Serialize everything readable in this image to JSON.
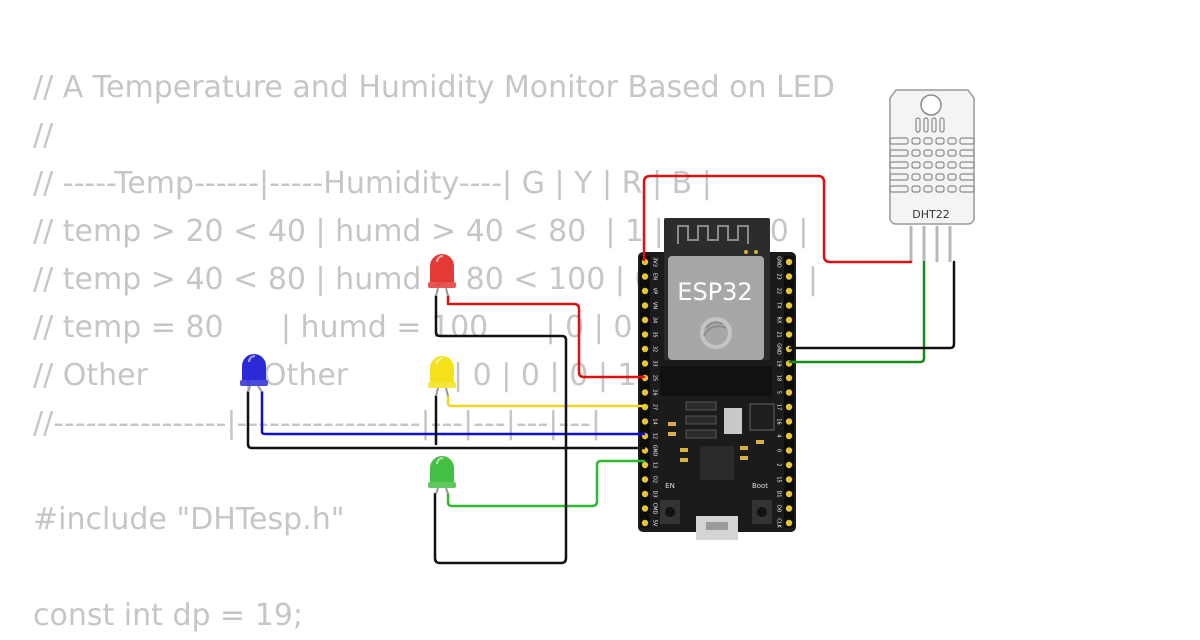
{
  "code": {
    "lines": [
      "// A Temperature and Humidity Monitor Based on LED",
      "//",
      "// -----Temp------|-----Humidity----| G | Y | R | B |",
      "// temp > 20 < 40 | humd > 40 < 80  | 1 | 0 | 0 | 0 |",
      "// temp > 40 < 80 | humd > 80 < 100 | 0 | 1 | 0 | 0 |",
      "// temp = 80      | humd = 100      | 0 | 0 | 1 | 0 |",
      "// Other          | Other           | 0 | 0 | 0 | 1 |",
      "//----------------|-----------------|---|---|---|---|",
      "",
      "#include \"DHTesp.h\"",
      "",
      "const int dp = 19;"
    ]
  },
  "board": {
    "name": "ESP32",
    "button_en": "EN",
    "button_boot": "Boot",
    "left_pins": [
      "3V3",
      "EN",
      "VP",
      "VN",
      "34",
      "35",
      "32",
      "33",
      "25",
      "26",
      "27",
      "14",
      "12",
      "GND",
      "13",
      "D2",
      "D3",
      "CMD",
      "5V"
    ],
    "right_pins": [
      "GND",
      "23",
      "22",
      "TX",
      "RX",
      "21",
      "GND",
      "19",
      "18",
      "5",
      "17",
      "16",
      "4",
      "0",
      "2",
      "15",
      "D1",
      "D0",
      "CLK"
    ]
  },
  "sensor": {
    "label": "DHT22"
  },
  "leds": [
    {
      "name": "red",
      "color": "#e53935"
    },
    {
      "name": "yellow",
      "color": "#f4e11a"
    },
    {
      "name": "blue",
      "color": "#2a2ad6"
    },
    {
      "name": "green",
      "color": "#43c043"
    }
  ],
  "wire_colors": {
    "red": "#e01010",
    "yellow": "#f0d820",
    "blue": "#1010c8",
    "green": "#1a8a1a",
    "green_light": "#30b830",
    "black": "#111111"
  }
}
